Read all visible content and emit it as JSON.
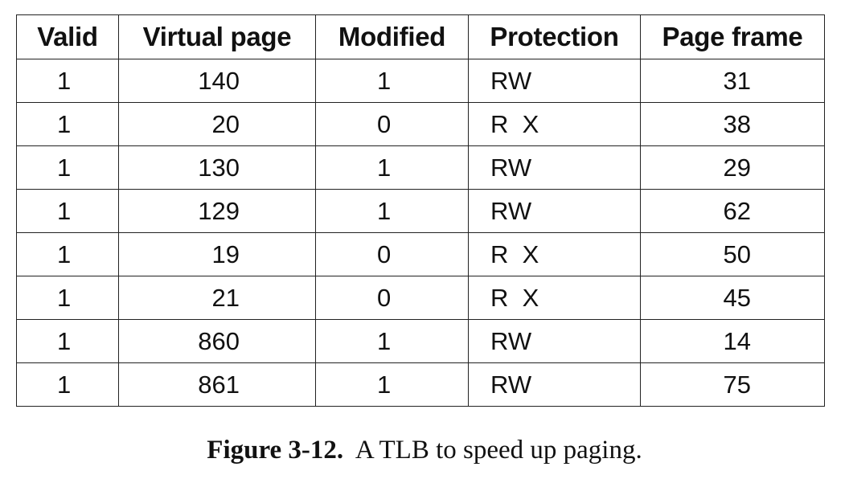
{
  "table": {
    "headers": [
      "Valid",
      "Virtual page",
      "Modified",
      "Protection",
      "Page frame"
    ],
    "rows": [
      [
        "1",
        "140",
        "1",
        "RW",
        "31"
      ],
      [
        "1",
        "20",
        "0",
        "R  X",
        "38"
      ],
      [
        "1",
        "130",
        "1",
        "RW",
        "29"
      ],
      [
        "1",
        "129",
        "1",
        "RW",
        "62"
      ],
      [
        "1",
        "19",
        "0",
        "R  X",
        "50"
      ],
      [
        "1",
        "21",
        "0",
        "R  X",
        "45"
      ],
      [
        "1",
        "860",
        "1",
        "RW",
        "14"
      ],
      [
        "1",
        "861",
        "1",
        "RW",
        "75"
      ]
    ]
  },
  "caption": {
    "label": "Figure 3-12.",
    "text": "A TLB to speed up paging."
  }
}
